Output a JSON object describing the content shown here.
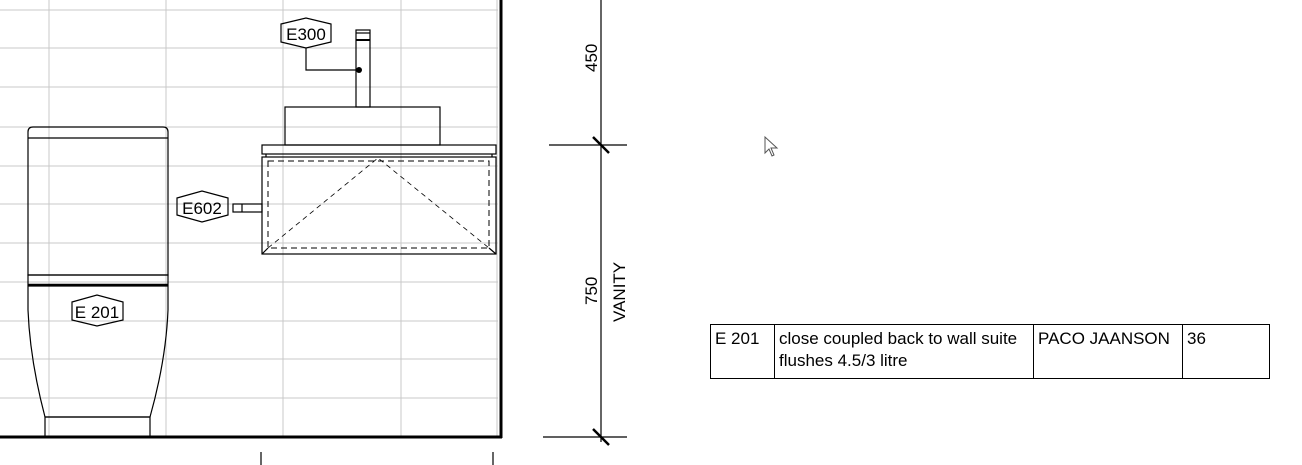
{
  "tags": {
    "e300": "E300",
    "e602": "E602",
    "e201": "E 201"
  },
  "dimensions": {
    "upper": "450",
    "lower": "750",
    "lower_label": "VANITY"
  },
  "schedule": {
    "rows": [
      {
        "code": "E 201",
        "description_line1": "close coupled back to wall suite",
        "description_line2": "flushes 4.5/3 litre",
        "manufacturer": "PACO JAANSON",
        "qty": "36"
      }
    ]
  },
  "colors": {
    "line": "#000000",
    "grid": "#c8c8c8"
  }
}
